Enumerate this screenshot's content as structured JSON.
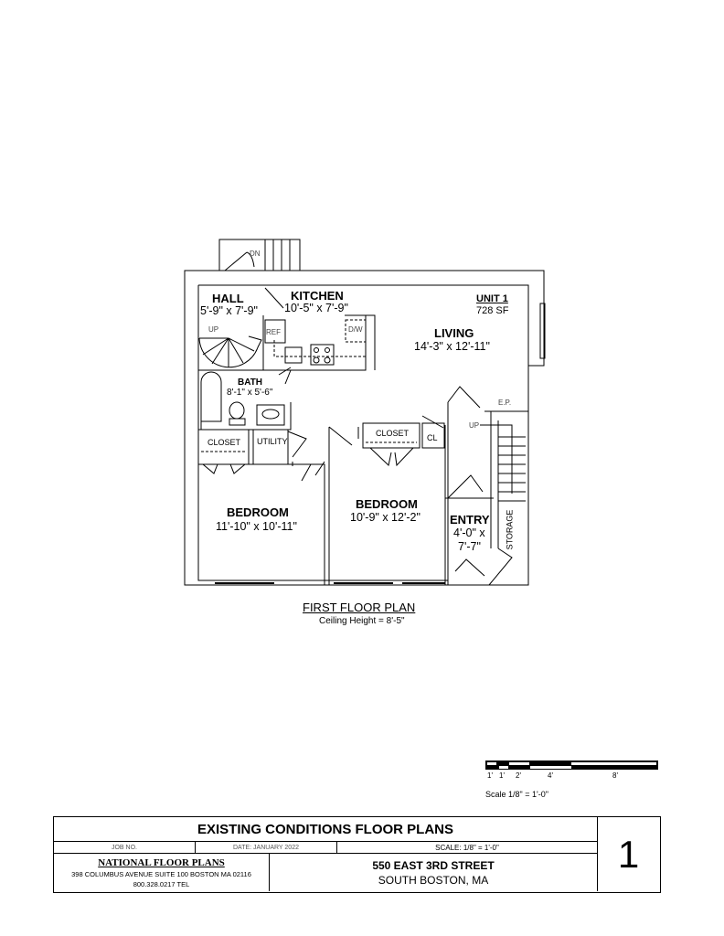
{
  "plan": {
    "unit": {
      "name": "UNIT 1",
      "area": "728 SF"
    },
    "rooms": {
      "hall": {
        "name": "HALL",
        "dims": "5'-9\" x 7'-9\""
      },
      "kitchen": {
        "name": "KITCHEN",
        "dims": "10'-5\" x 7'-9\""
      },
      "living": {
        "name": "LIVING",
        "dims": "14'-3\" x 12'-11\""
      },
      "bath": {
        "name": "BATH",
        "dims": "8'-1\" x 5'-6\""
      },
      "closet1": {
        "name": "CLOSET"
      },
      "utility": {
        "name": "UTILITY"
      },
      "closet2": {
        "name": "CLOSET"
      },
      "cl": {
        "name": "CL"
      },
      "bedroom1": {
        "name": "BEDROOM",
        "dims": "11'-10\" x 10'-11\""
      },
      "bedroom2": {
        "name": "BEDROOM",
        "dims": "10'-9\" x 12'-2\""
      },
      "entry": {
        "name": "ENTRY",
        "dims1": "4'-0\" x",
        "dims2": "7'-7\""
      },
      "storage": {
        "name": "STORAGE"
      }
    },
    "fixtures": {
      "ref": "REF",
      "dw": "D/W",
      "up1": "UP",
      "up2": "UP",
      "dn": "DN",
      "ep": "E.P."
    },
    "title": "FIRST FLOOR PLAN",
    "ceiling": "Ceiling Height = 8'-5\""
  },
  "scale_bar": {
    "ticks": [
      "1'",
      "1'",
      "2'",
      "4'",
      "8'"
    ],
    "label": "Scale  1/8\" = 1'-0\""
  },
  "title_block": {
    "heading": "EXISTING CONDITIONS FLOOR PLANS",
    "job_no": "JOB NO.",
    "date": "DATE: JANUARY 2022",
    "scale": "SCALE: 1/8\" = 1'-0\"",
    "company": "NATIONAL FLOOR PLANS",
    "address": "398 COLUMBUS AVENUE SUITE 100 BOSTON MA 02116",
    "phone": "800.328.0217 TEL",
    "street": "550 EAST 3RD STREET",
    "city": "SOUTH BOSTON, MA",
    "sheet": "1"
  }
}
